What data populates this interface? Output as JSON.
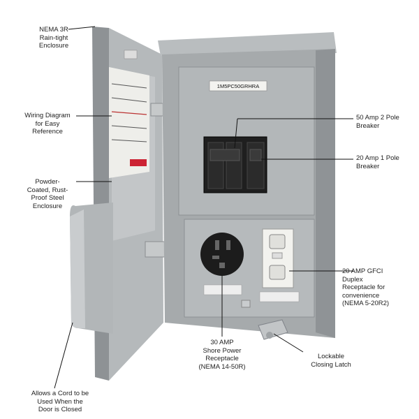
{
  "product": {
    "model_label": "1M5PC50GRHRA"
  },
  "callouts": {
    "enclosure": "NEMA  3R\nRain-tight\nEnclosure",
    "wiring_diagram": "Wiring Diagram\nfor Easy\nReference",
    "powder_coated": "Powder-\nCoated, Rust-\nProof Steel\nEnclosure",
    "cord_door": "Allows a Cord to be\nUsed When the\nDoor is Closed",
    "breaker_50": "50 Amp 2 Pole\nBreaker",
    "breaker_20": "20 Amp 1 Pole\nBreaker",
    "gfci": "20 AMP GFCI\nDuplex\nReceptacle for\nconvenience\n(NEMA 5-20R2)",
    "shore_power": "30 AMP\nShore Power\nReceptacle\n(NEMA 14-50R)",
    "latch": "Lockable\nClosing Latch"
  },
  "colors": {
    "enclosure_gray": "#a9adaf",
    "enclosure_dark": "#8c9093",
    "breaker_black": "#1d1d1d",
    "gfci_white": "#f2f2ee"
  }
}
